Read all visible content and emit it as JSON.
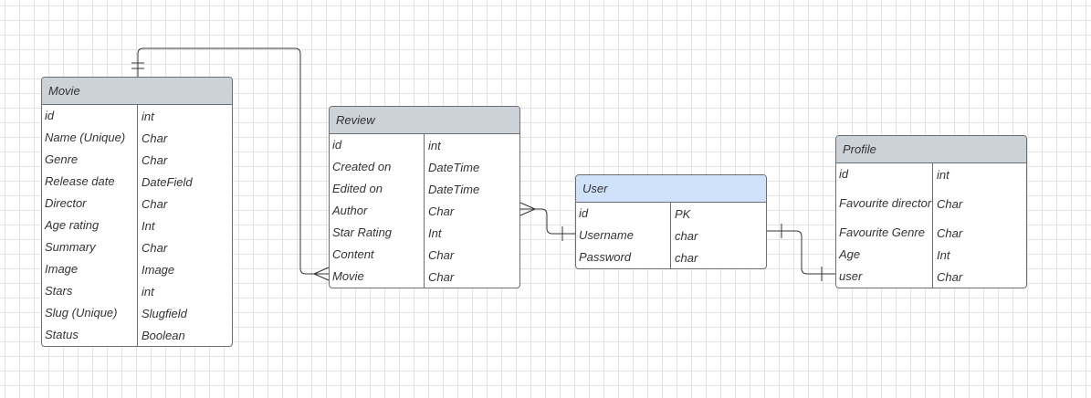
{
  "entities": {
    "movie": {
      "title": "Movie",
      "rows": [
        {
          "name": "id",
          "type": "int"
        },
        {
          "name": "Name (Unique)",
          "type": "Char"
        },
        {
          "name": "Genre",
          "type": "Char"
        },
        {
          "name": "Release date",
          "type": "DateField"
        },
        {
          "name": "Director",
          "type": "Char"
        },
        {
          "name": "Age rating",
          "type": "Int"
        },
        {
          "name": "Summary",
          "type": "Char"
        },
        {
          "name": "Image",
          "type": "Image"
        },
        {
          "name": "Stars",
          "type": "int"
        },
        {
          "name": "Slug (Unique)",
          "type": "Slugfield"
        },
        {
          "name": "Status",
          "type": "Boolean"
        }
      ]
    },
    "review": {
      "title": "Review",
      "rows": [
        {
          "name": "id",
          "type": "int"
        },
        {
          "name": "Created on",
          "type": "DateTime"
        },
        {
          "name": "Edited on",
          "type": "DateTime"
        },
        {
          "name": "Author",
          "type": "Char"
        },
        {
          "name": "Star Rating",
          "type": "Int"
        },
        {
          "name": "Content",
          "type": "Char"
        },
        {
          "name": "Movie",
          "type": "Char"
        }
      ]
    },
    "user": {
      "title": "User",
      "rows": [
        {
          "name": "id",
          "type": "PK"
        },
        {
          "name": "Username",
          "type": "char"
        },
        {
          "name": "Password",
          "type": "char"
        }
      ]
    },
    "profile": {
      "title": "Profile",
      "rows": [
        {
          "name": "id",
          "type": "int"
        },
        {
          "name": "Favourite director",
          "type": "Char"
        },
        {
          "name": "Favourite Genre",
          "type": "Char"
        },
        {
          "name": "Age",
          "type": "Int"
        },
        {
          "name": "user",
          "type": "Char"
        }
      ]
    }
  },
  "colors": {
    "header_gray": "#cdd2d8",
    "header_blue": "#cfe2fa",
    "border": "#6b6f73",
    "line": "#333333"
  }
}
